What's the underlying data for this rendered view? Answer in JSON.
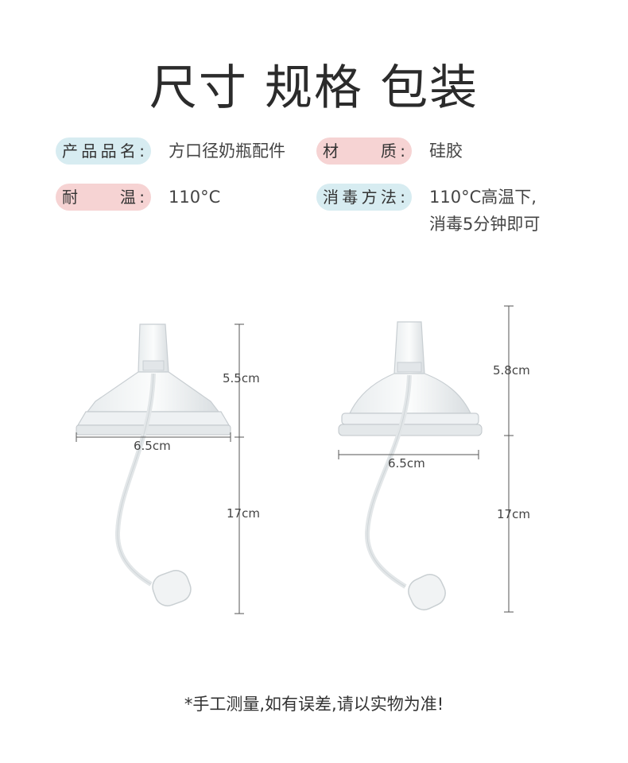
{
  "title": "尺寸 规格 包装",
  "specs": [
    {
      "label": "产品品名:",
      "value": "方口径奶瓶配件"
    },
    {
      "label": "材　　质:",
      "value": "硅胶"
    },
    {
      "label": "耐　　温:",
      "value": "110°C"
    },
    {
      "label": "消毒方法:",
      "value": "110°C高温下,\n消毒5分钟即可"
    }
  ],
  "products": [
    {
      "top_height": "5.5cm",
      "base_width": "6.5cm",
      "straw_length": "17cm"
    },
    {
      "top_height": "5.8cm",
      "base_width": "6.5cm",
      "straw_length": "17cm"
    }
  ],
  "footnote": "*手工测量,如有误差,请以实物为准!",
  "colors": {
    "pill_blue": "#d7ecf1",
    "pill_pink": "#f6d3d3"
  }
}
